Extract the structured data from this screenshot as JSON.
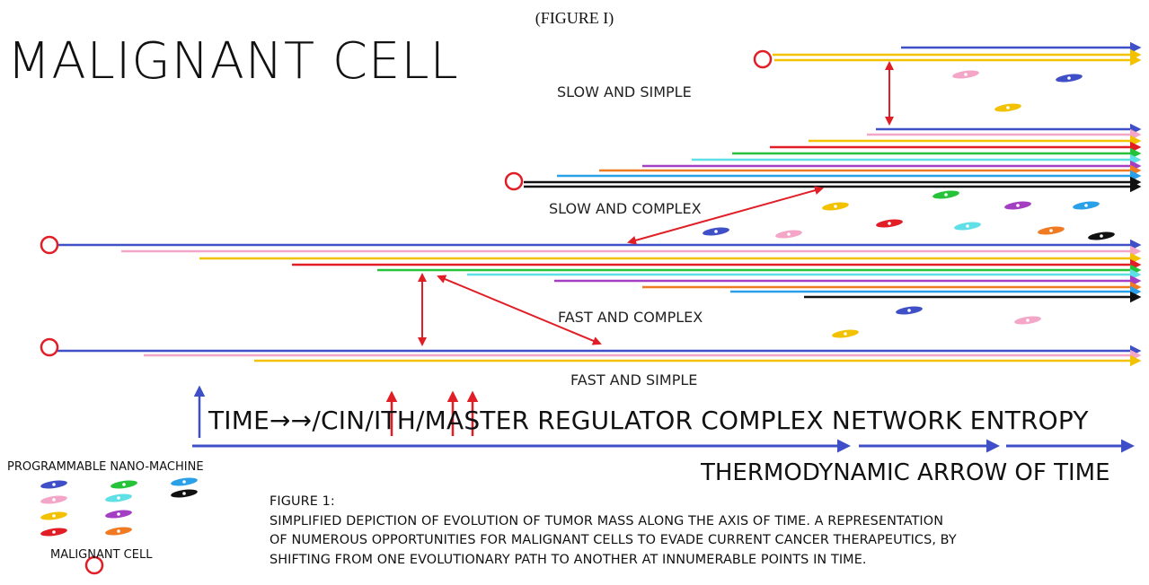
{
  "figure_number": "(FIGURE I)",
  "title": "MALIGNANT CELL",
  "path_labels": {
    "slow_simple": "SLOW AND SIMPLE",
    "slow_complex": "SLOW AND COMPLEX",
    "fast_complex": "FAST AND COMPLEX",
    "fast_simple": "FAST AND SIMPLE"
  },
  "time_axis": {
    "text": "TIME→→/CIN/ITH/MASTER REGULATOR COMPLEX NETWORK ENTROPY",
    "arrow_label": "THERMODYNAMIC ARROW OF TIME"
  },
  "legend": {
    "nano_machine_label": "PROGRAMMABLE NANO-MACHINE",
    "malignant_cell_label": "MALIGNANT CELL"
  },
  "caption": {
    "heading": "FIGURE 1:",
    "lines": [
      "SIMPLIFIED DEPICTION OF EVOLUTION OF TUMOR MASS ALONG THE AXIS OF TIME.  A REPRESENTATION",
      "OF NUMEROUS OPPORTUNITIES FOR MALIGNANT CELLS TO EVADE CURRENT CANCER THERAPEUTICS, BY",
      "SHIFTING FROM ONE EVOLUTIONARY PATH TO ANOTHER AT INNUMERABLE POINTS IN TIME."
    ]
  },
  "colors": {
    "blue": "#3f4fc8",
    "pink": "#f4a6c8",
    "yellow": "#f2c200",
    "red": "#e11e26",
    "green": "#25c23a",
    "cyan": "#5fe0e6",
    "purple": "#a43fc4",
    "orange": "#f07a22",
    "skyblue": "#2aa0e8",
    "black": "#111111"
  }
}
